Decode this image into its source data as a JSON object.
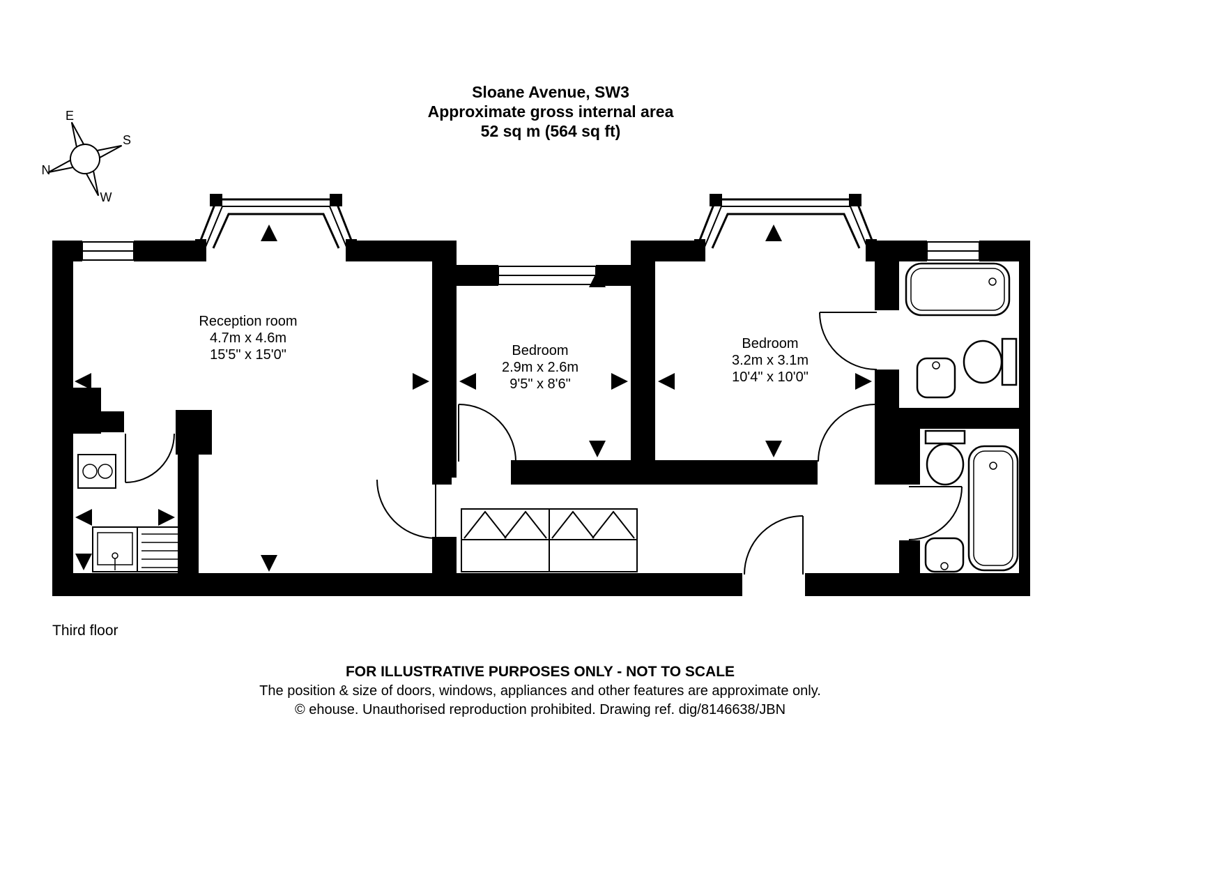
{
  "title": {
    "address": "Sloane Avenue, SW3",
    "subtitle": "Approximate gross internal area",
    "area": "52 sq m (564 sq ft)"
  },
  "compass": {
    "north": "N",
    "east": "E",
    "south": "S",
    "west": "W"
  },
  "rooms": {
    "reception": {
      "name": "Reception room",
      "metric": "4.7m x 4.6m",
      "imperial": "15'5\" x 15'0\""
    },
    "bedroom1": {
      "name": "Bedroom",
      "metric": "2.9m x 2.6m",
      "imperial": "9'5\" x 8'6\""
    },
    "bedroom2": {
      "name": "Bedroom",
      "metric": "3.2m x 3.1m",
      "imperial": "10'4\" x 10'0\""
    }
  },
  "floor_label": "Third floor",
  "footer": {
    "disclaimer1": "FOR ILLUSTRATIVE PURPOSES ONLY - NOT TO SCALE",
    "disclaimer2": "The position & size of doors, windows, appliances and other features are approximate only.",
    "copyright": "© ehouse. Unauthorised reproduction prohibited. Drawing ref. dig/8146638/JBN"
  }
}
